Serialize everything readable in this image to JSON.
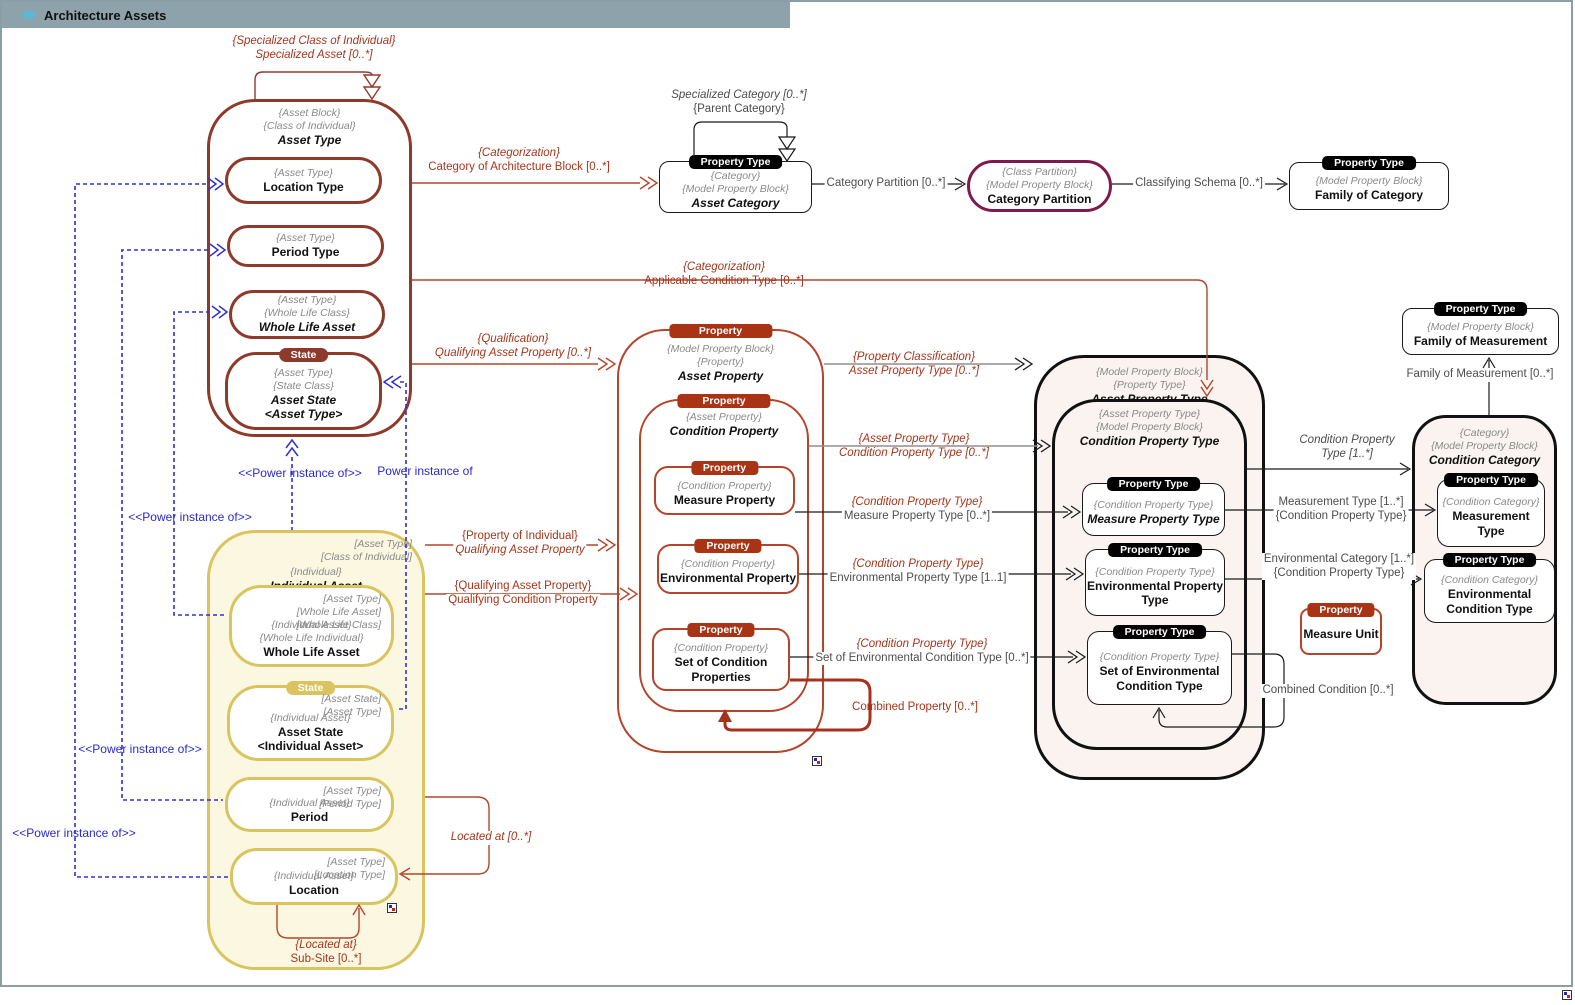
{
  "window": {
    "title": "Architecture Assets"
  },
  "blocks": {
    "asset_type": {
      "st": [
        "{Asset Block}",
        "{Class of Individual}"
      ],
      "name": "Asset Type"
    },
    "location_type": {
      "st": [
        "{Asset Type}"
      ],
      "name": "Location Type"
    },
    "period_type": {
      "st": [
        "{Asset Type}"
      ],
      "name": "Period Type"
    },
    "whole_life_asset_type": {
      "st": [
        "{Asset Type}",
        "{Whole Life Class}"
      ],
      "name": "Whole Life Asset"
    },
    "asset_state_type": {
      "tab": "State",
      "st": [
        "{Asset Type}",
        "{State Class}"
      ],
      "name": "Asset State",
      "name2": "<Asset Type>"
    },
    "individual_asset": {
      "corner": [
        "[Asset Type]",
        "[Class of Individual]"
      ],
      "st": [
        "{Individual}"
      ],
      "name": "Individual Asset"
    },
    "whole_life_asset_ind": {
      "corner": [
        "[Asset Type]",
        "[Whole Life Asset]",
        "[Whole Life Class]"
      ],
      "st": [
        "{Individual Asset}",
        "{Whole Life Individual}"
      ],
      "name": "Whole Life Asset"
    },
    "asset_state_ind": {
      "tab": "State",
      "corner": [
        "[Asset State]",
        "[Asset Type]"
      ],
      "st": [
        "{Individual Asset}"
      ],
      "name": "Asset State",
      "name2": "<Individual Asset>"
    },
    "period_ind": {
      "corner": [
        "[Asset Type]",
        "[Period Type]"
      ],
      "st": [
        "{Individual Asset}"
      ],
      "name": "Period"
    },
    "location_ind": {
      "corner": [
        "[Asset Type]",
        "[Location Type]"
      ],
      "st": [
        "{Individual Asset}"
      ],
      "name": "Location"
    },
    "asset_category": {
      "tab": "Property Type",
      "st": [
        "{Category}",
        "{Model Property Block}"
      ],
      "name": "Asset Category"
    },
    "category_partition": {
      "st": [
        "{Class Partition}",
        "{Model Property Block}"
      ],
      "name": "Category Partition"
    },
    "family_of_category": {
      "tab": "Property Type",
      "st": [
        "{Model Property Block}"
      ],
      "name": "Family of Category"
    },
    "asset_property": {
      "tab": "Property",
      "st": [
        "{Model Property Block}",
        "{Property}"
      ],
      "name": "Asset Property"
    },
    "condition_property": {
      "tab": "Property",
      "st": [
        "{Asset Property}"
      ],
      "name": "Condition Property"
    },
    "measure_property": {
      "tab": "Property",
      "st": [
        "{Condition Property}"
      ],
      "name": "Measure Property"
    },
    "environmental_property": {
      "tab": "Property",
      "st": [
        "{Condition Property}"
      ],
      "name": "Environmental Property"
    },
    "set_of_condition_properties": {
      "tab": "Property",
      "st": [
        "{Condition Property}"
      ],
      "name": "Set of Condition Properties"
    },
    "asset_property_type": {
      "st": [
        "{Model Property Block}",
        "{Property Type}"
      ],
      "name": "Asset Property Type"
    },
    "condition_property_type": {
      "st": [
        "{Asset Property Type}",
        "{Model Property Block}"
      ],
      "name": "Condition Property Type"
    },
    "measure_property_type": {
      "tab": "Property Type",
      "st": [
        "{Condition Property Type}"
      ],
      "name": "Measure Property Type"
    },
    "environmental_property_type": {
      "tab": "Property Type",
      "st": [
        "{Condition Property Type}"
      ],
      "name": "Environmental Property Type"
    },
    "set_of_environmental_condition_type": {
      "tab": "Property Type",
      "st": [
        "{Condition Property Type}"
      ],
      "name": "Set of Environmental Condition Type"
    },
    "family_of_measurement": {
      "tab": "Property Type",
      "st": [
        "{Model Property Block}"
      ],
      "name": "Family of Measurement"
    },
    "condition_category": {
      "st": [
        "{Category}",
        "{Model Property Block}"
      ],
      "name": "Condition Category"
    },
    "measurement_type": {
      "tab": "Property Type",
      "st": [
        "{Condition Category}"
      ],
      "name": "Measurement Type"
    },
    "environmental_condition_type": {
      "tab": "Property Type",
      "st": [
        "{Condition Category}"
      ],
      "name": "Environmental Condition Type"
    },
    "measure_unit": {
      "tab": "Property",
      "name": "Measure Unit"
    }
  },
  "labels": {
    "specialized_asset": [
      "{Specialized Class of Individual}",
      "Specialized Asset [0..*]"
    ],
    "categorization_block": [
      "{Categorization}",
      "Category of Architecture Block [0..*]"
    ],
    "specialized_category": [
      "Specialized Category [0..*]",
      "{Parent Category}"
    ],
    "category_partition": "Category Partition [0..*]",
    "classifying_schema": "Classifying Schema [0..*]",
    "applicable_condition_type": [
      "{Categorization}",
      "Applicable Condition Type [0..*]"
    ],
    "qualification": [
      "{Qualification}",
      "Qualifying Asset Property [0..*]"
    ],
    "property_classification": [
      "{Property Classification}",
      "Asset Property Type [0..*]"
    ],
    "asset_property_type": [
      "{Asset Property Type}",
      "Condition Property Type [0..*]"
    ],
    "measure_property_type": [
      "{Condition Property Type}",
      "Measure Property Type [0..*]"
    ],
    "environmental_property_type": [
      "{Condition Property Type}",
      "Environmental Property Type [1..1]"
    ],
    "set_of_environmental_condition_type": [
      "{Condition Property Type}",
      "Set of Environmental Condition Type [0..*]"
    ],
    "combined_property": "Combined Property [0..*]",
    "property_of_individual": [
      "{Property of Individual}",
      "Qualifying Asset Property"
    ],
    "qualifying_condition_property": [
      "{Qualifying Asset Property}",
      "Qualifying Condition Property"
    ],
    "located_at": "Located at [0..*]",
    "sub_site": [
      "{Located at}",
      "Sub-Site [0..*]"
    ],
    "condition_property_type_card": [
      "Condition Property",
      "Type [1..*]"
    ],
    "measurement_type_card": [
      "Measurement Type [1..*]",
      "{Condition Property Type}"
    ],
    "environmental_category_card": [
      "Environmental Category [1..*]",
      "{Condition Property Type}"
    ],
    "combined_condition": "Combined Condition [0..*]",
    "family_of_measurement_card": "Family of Measurement [0..*]",
    "power_instance_guillemet": "<<Power instance of>>",
    "power_instance_plain": "Power instance of"
  },
  "colors": {
    "brown": "#8e3a2b",
    "red": "#b4452b",
    "label_red": "#a5361b",
    "tab_red": "#a93415",
    "yellow": "#d9c45f",
    "cream": "#fbf7e0",
    "blue": "#2a2acc",
    "purple": "#7e1a50",
    "titlebar": "#8da2ab",
    "light_fill": "#faf3ef"
  }
}
